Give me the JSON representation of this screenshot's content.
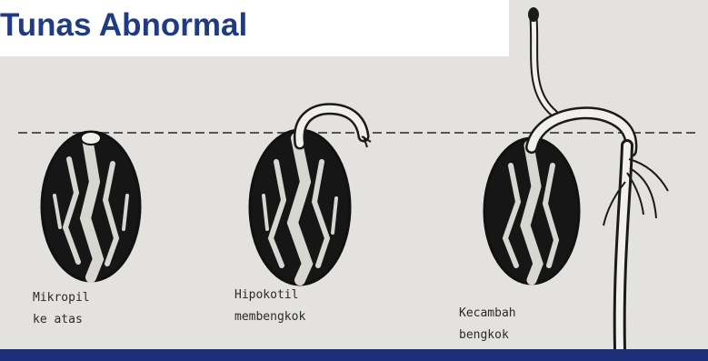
{
  "title": "Tunas Abnormal",
  "colors": {
    "title": "#1e3a8a",
    "bottom_bar": "#1e2f7a",
    "paper": "#e4e2de",
    "ink": "#1f1f1f"
  },
  "figures": [
    {
      "caption_lines": [
        "Mikropil",
        "ke atas"
      ]
    },
    {
      "caption_lines": [
        "Hipokotil",
        "membengkok"
      ]
    },
    {
      "caption_lines": [
        "Kecambah",
        "bengkok"
      ]
    }
  ]
}
